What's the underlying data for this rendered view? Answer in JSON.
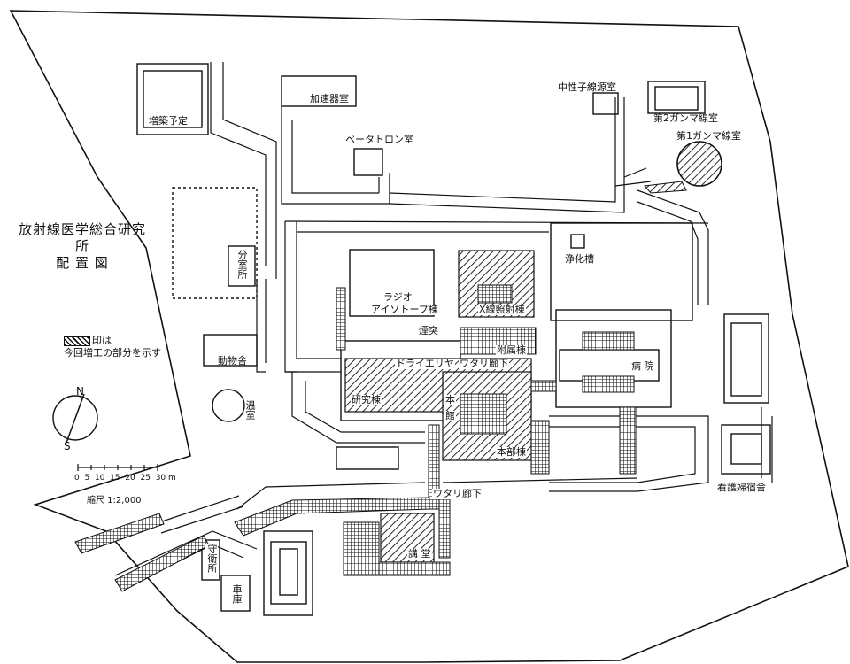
{
  "title": [
    "放射線医学総合研究所",
    "配 置 図"
  ],
  "legend": {
    "text_line1": "印は",
    "text_line2": "今回増工の部分を示す"
  },
  "compass": {
    "north": "N",
    "south": "S"
  },
  "scale": {
    "ticks": [
      "0",
      "5",
      "10",
      "15",
      "20",
      "25",
      "30 m"
    ],
    "caption": "縮尺 1:2,000"
  },
  "labels": {
    "expansion": "増築予定",
    "accelerator": "加速器室",
    "betatron": "ベータトロン室",
    "neutron": "中性子線源室",
    "gamma2": "第2ガンマ線室",
    "gamma1": "第1ガンマ線室",
    "guard_room": "分室所",
    "radioisotope_1": "ラジオ",
    "radioisotope_2": "アイソトープ棟",
    "xray": "X線照射棟",
    "purify": "浄化槽",
    "chimney": "煙突",
    "annex": "附属棟",
    "dry_area": "ドライエリヤ",
    "corridor_1": "ワタリ廊下",
    "corridor_2": "ワタリ廊下",
    "hospital": "病 院",
    "animal": "動物舎",
    "greenhouse": "温室",
    "research": "研究棟",
    "main_1": "本",
    "main_2": "館",
    "headquarters": "本部棟",
    "lecture": "講 堂",
    "gatehouse": "守衛所",
    "garage": "車庫",
    "nurse_dorm": "看護婦宿舎"
  }
}
